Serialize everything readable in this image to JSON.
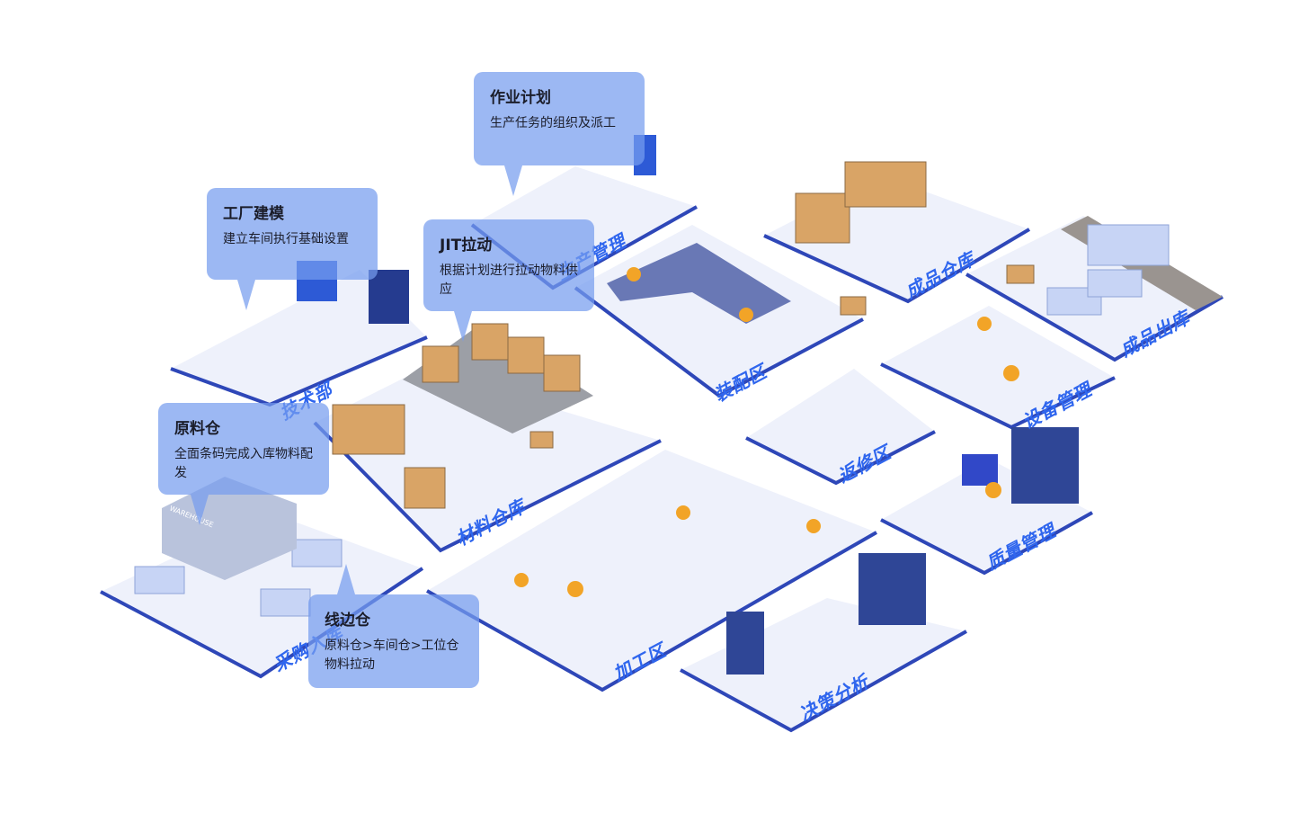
{
  "colors": {
    "accent": "#2f66ee",
    "platform": "#eef1fb",
    "edge": "#2e47b8",
    "callout": "#769cee"
  },
  "zones": {
    "tech": "技术部",
    "production": "生产管理",
    "finished_warehouse": "成品仓库",
    "finished_outbound": "成品出库",
    "assembly": "装配区",
    "equipment": "设备管理",
    "rework": "返修区",
    "quality": "质量管理",
    "material_warehouse": "材料仓库",
    "processing": "加工区",
    "decision": "决策分析",
    "purchase_inbound": "采购入库"
  },
  "callouts": {
    "plan": {
      "title": "作业计划",
      "desc": "生产任务的组织及派工"
    },
    "modeling": {
      "title": "工厂建模",
      "desc": "建立车间执行基础设置"
    },
    "jit": {
      "title": "JIT拉动",
      "desc": "根据计划进行拉动物料供应"
    },
    "raw": {
      "title": "原料仓",
      "desc": "全面条码完成入库物料配发"
    },
    "line": {
      "title": "线边仓",
      "desc": "原料仓>车间仓>工位仓物料拉动"
    }
  },
  "warehouse_sign": "WAREHOUSE"
}
